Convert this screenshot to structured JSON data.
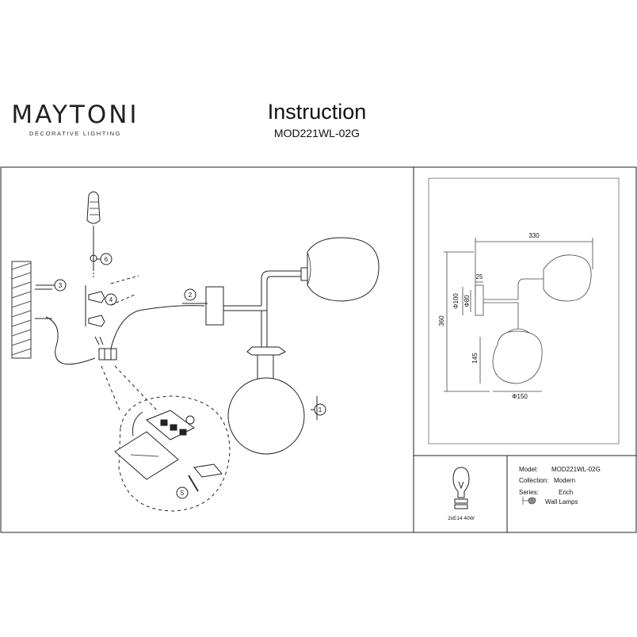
{
  "brand": {
    "name": "MAYTONI",
    "tagline": "DECORATIVE LIGHTING"
  },
  "header": {
    "title": "Instruction",
    "model": "MOD221WL-02G"
  },
  "steps": {
    "s1": "1",
    "s2": "2",
    "s3": "3",
    "s4": "4",
    "s5": "5",
    "s6": "6"
  },
  "dimensions": {
    "width": "330",
    "height": "360",
    "plate_height": "Φ100",
    "plate_diameter": "Φ80",
    "depth": "25",
    "lower_height": "145",
    "shade_diameter": "Φ150"
  },
  "bulb": {
    "spec": "2xE14 40W"
  },
  "info": {
    "model_label": "Model:",
    "model_value": "MOD221WL-02G",
    "collection_label": "Collection:",
    "collection_value": "Modern",
    "series_label": "Series:",
    "series_value": "Erich",
    "type_value": "Wall Lamps"
  }
}
